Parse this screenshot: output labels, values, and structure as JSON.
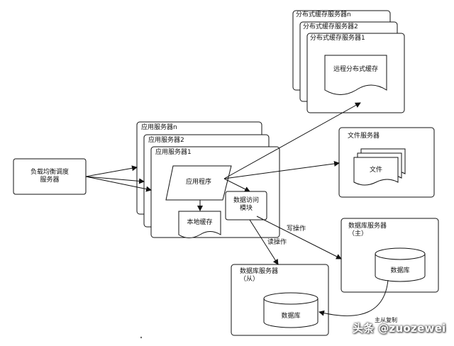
{
  "nodes": {
    "load_balancer": "负载均衡调度\n服务器",
    "app_server_n": "应用服务器n",
    "app_server_2": "应用服务器2",
    "app_server_1": "应用服务器1",
    "app_program": "应用程序",
    "local_cache": "本地缓存",
    "data_access": "数据访问\n模块",
    "cache_server_n": "分布式缓存服务器n",
    "cache_server_2": "分布式缓存服务器2",
    "cache_server_1": "分布式缓存服务器1",
    "remote_cache": "远程分布式缓存",
    "file_server": "文件服务器",
    "file": "文件",
    "db_master_title": "数据库服务器\n（主）",
    "db_master_cyl": "数据库",
    "db_slave_title": "数据库服务器\n（从）",
    "db_slave_cyl": "数据库"
  },
  "edges": {
    "write_op": "写操作",
    "read_op": "读操作",
    "replication": "主从复制"
  },
  "watermark": {
    "brand": "头条 @zuozewei"
  }
}
